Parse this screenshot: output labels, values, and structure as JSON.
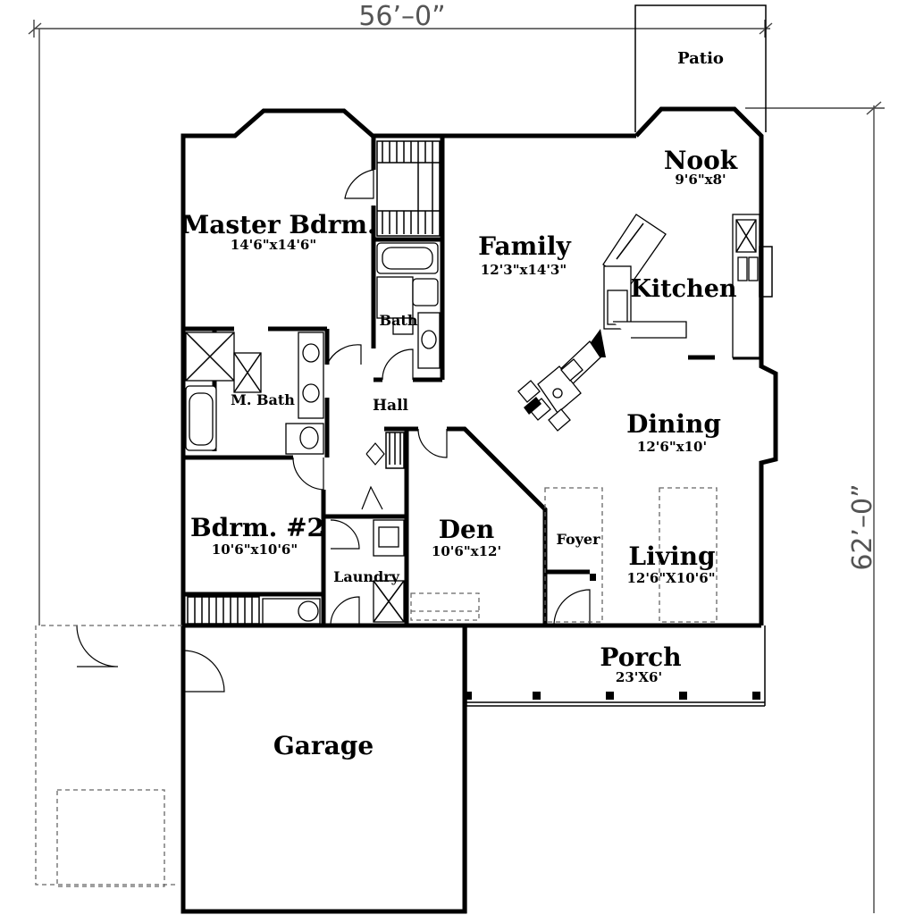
{
  "dimensions": {
    "width": "56’–0”",
    "depth": "62’–0”"
  },
  "rooms": {
    "patio": {
      "name": "Patio"
    },
    "nook": {
      "name": "Nook",
      "size": "9'6\"x8'"
    },
    "master_bedroom": {
      "name": "Master Bdrm.",
      "size": "14'6\"x14'6\""
    },
    "family": {
      "name": "Family",
      "size": "12'3\"x14'3\""
    },
    "kitchen": {
      "name": "Kitchen"
    },
    "bath": {
      "name": "Bath"
    },
    "master_bath": {
      "name": "M. Bath"
    },
    "hall": {
      "name": "Hall"
    },
    "dining": {
      "name": "Dining",
      "size": "12'6\"x10'"
    },
    "bedroom_2": {
      "name": "Bdrm. #2",
      "size": "10'6\"x10'6\""
    },
    "den": {
      "name": "Den",
      "size": "10'6\"x12'"
    },
    "foyer": {
      "name": "Foyer"
    },
    "living": {
      "name": "Living",
      "size": "12'6\"X10'6\""
    },
    "laundry": {
      "name": "Laundry"
    },
    "porch": {
      "name": "Porch",
      "size": "23'X6'"
    },
    "garage": {
      "name": "Garage"
    }
  }
}
